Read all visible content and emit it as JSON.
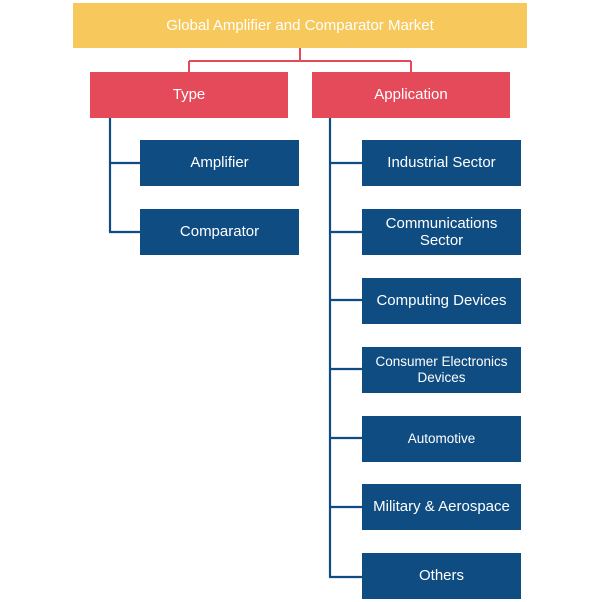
{
  "root": {
    "label": "Global Amplifier and Comparator Market"
  },
  "type": {
    "label": "Type",
    "items": [
      "Amplifier",
      "Comparator"
    ]
  },
  "application": {
    "label": "Application",
    "items": [
      "Industrial Sector",
      "Communications Sector",
      "Computing Devices",
      "Consumer Electronics Devices",
      "Automotive",
      "Military & Aerospace",
      "Others"
    ]
  },
  "colors": {
    "root": "#f7c95c",
    "category": "#e44a59",
    "leaf": "#0f4c81",
    "connector_top": "#e44a59",
    "connector_tree": "#0f4c81"
  }
}
